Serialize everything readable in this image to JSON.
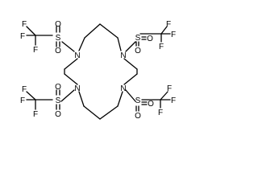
{
  "structure": {
    "atom_labels": {
      "N": "N",
      "S": "S",
      "O": "O",
      "F": "F"
    }
  },
  "colors": {
    "background": "#ffffff",
    "ink": "#000000"
  }
}
